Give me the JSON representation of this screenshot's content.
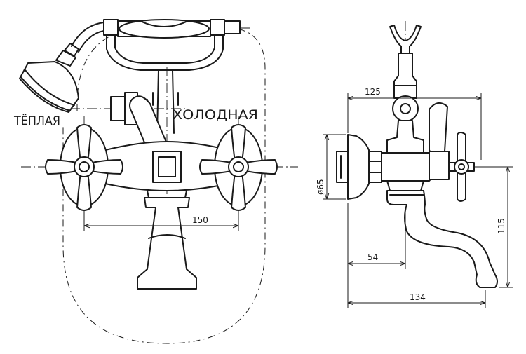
{
  "labels": {
    "warm": "ТЁПЛАЯ",
    "cold": "ХОЛОДНАЯ"
  },
  "dimensions": {
    "spacing": "150",
    "width_side": "125",
    "diameter": "ø65",
    "height": "115",
    "spout_offset": "54",
    "total_depth": "134"
  }
}
